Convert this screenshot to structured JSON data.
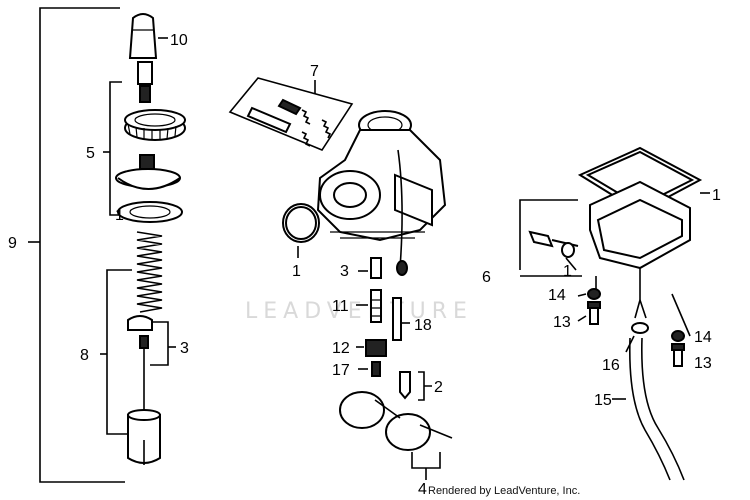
{
  "watermark": "LEADVENTURE",
  "credit": "Rendered by LeadVenture, Inc.",
  "callouts": {
    "c10": "10",
    "c7": "7",
    "c5": "5",
    "c1_left": "1",
    "c9": "9",
    "c1_gasket": "1",
    "c3_mid": "3",
    "c11": "11",
    "c18": "18",
    "c12": "12",
    "c17": "17",
    "c2": "2",
    "c4": "4",
    "c8": "8",
    "c3_left": "3",
    "c1_right": "1",
    "c6": "6",
    "c1_oring": "1",
    "c14_a": "14",
    "c13_a": "13",
    "c14_b": "14",
    "c13_b": "13",
    "c16": "16",
    "c15": "15"
  }
}
